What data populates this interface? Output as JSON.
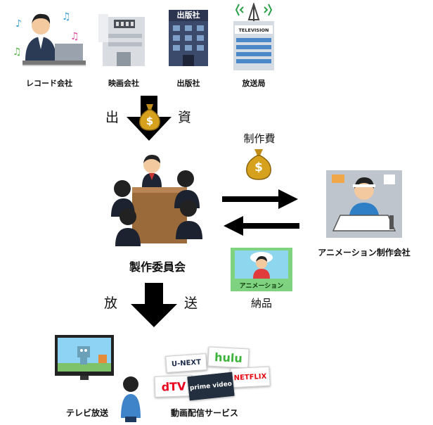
{
  "top_row": [
    {
      "label": "レコード会社"
    },
    {
      "label": "映画会社"
    },
    {
      "label": "出版社",
      "sign": "出版社"
    },
    {
      "label": "放送局",
      "sign": "TELEVISION"
    }
  ],
  "investment": {
    "left_char": "出",
    "right_char": "資",
    "bag_symbol": "$"
  },
  "committee": {
    "label": "製作委員会"
  },
  "production_fee": {
    "label": "制作費",
    "bag_symbol": "$"
  },
  "anime_company": {
    "label": "アニメーション制作会社"
  },
  "delivery": {
    "card_label": "アニメーション",
    "label": "納品"
  },
  "broadcast": {
    "left_char": "放",
    "right_char": "送"
  },
  "tv": {
    "label": "テレビ放送"
  },
  "streaming": {
    "label": "動画配信サービス",
    "services": [
      {
        "name": "U-NEXT",
        "color": "#1f2d4b"
      },
      {
        "name": "hulu",
        "color": "#3bb33b"
      },
      {
        "name": "NETFLIX",
        "color": "#e50914"
      },
      {
        "name": "dTV",
        "color": "#e8001c"
      },
      {
        "name": "prime video",
        "color": "#ffffff"
      }
    ]
  },
  "colors": {
    "bag": "#d6a21e",
    "arrow": "#000000",
    "anime_card": "#7fd27f"
  }
}
